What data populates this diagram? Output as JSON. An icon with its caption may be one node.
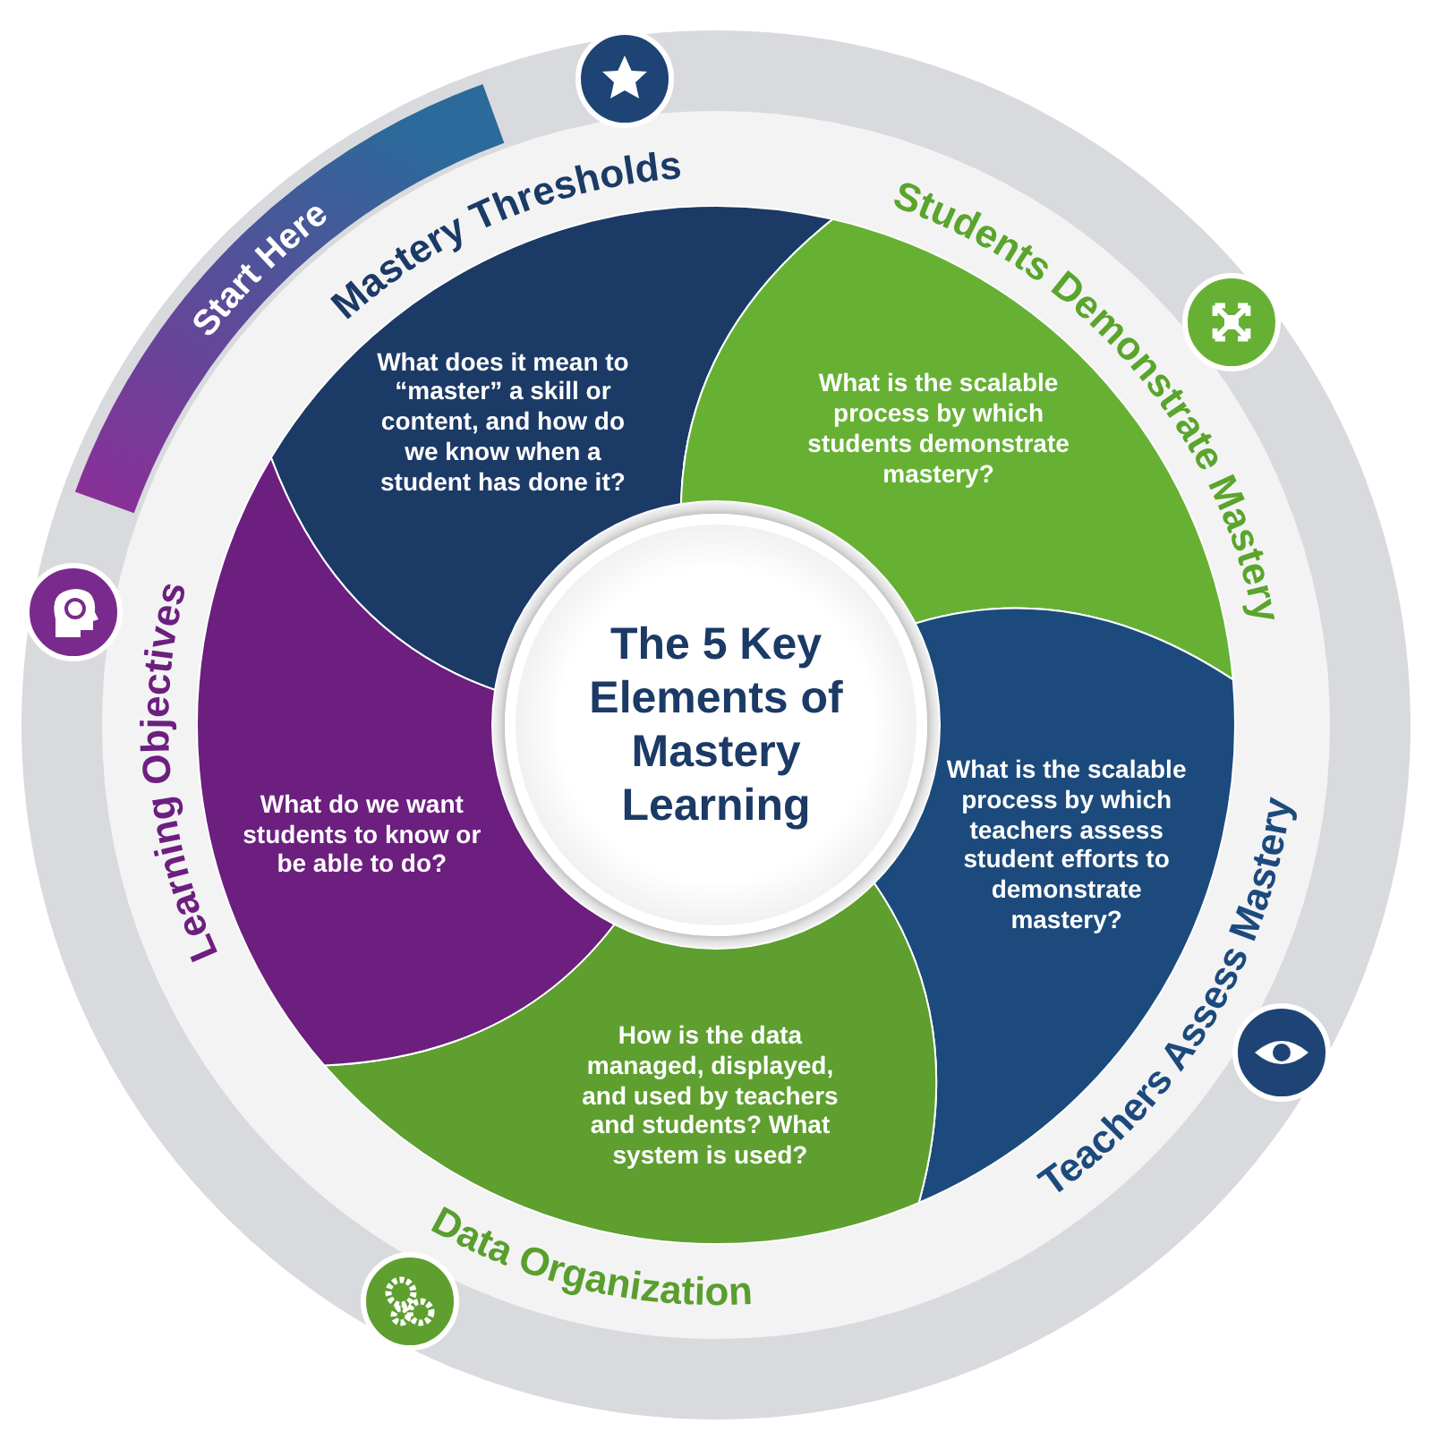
{
  "diagram": {
    "nodes": [
      {
        "text": [
          "Start Here"
        ]
      },
      {
        "text": [
          "Mastery Thresholds",
          "What does it mean to “master” a skill or content, and how do we know when a student has done it?"
        ]
      },
      {
        "text": [
          "Students Demonstrate Mastery",
          "What is the scalable process by which students demonstrate mastery?"
        ]
      },
      {
        "text": [
          "What is the scalable process by which teachers assess student efforts to demonstrate mastery?",
          "Teachers Assess Mastery"
        ]
      },
      {
        "text": [
          "How is the data managed, displayed, and used by teachers and students? What system is used?",
          "Data Organization"
        ]
      },
      {
        "text": [
          "Learning Objectives",
          "What do we want students to know or be able to do?"
        ]
      },
      {
        "text": [
          "The 5 Key Elements of Mastery Learning"
        ]
      }
    ]
  }
}
